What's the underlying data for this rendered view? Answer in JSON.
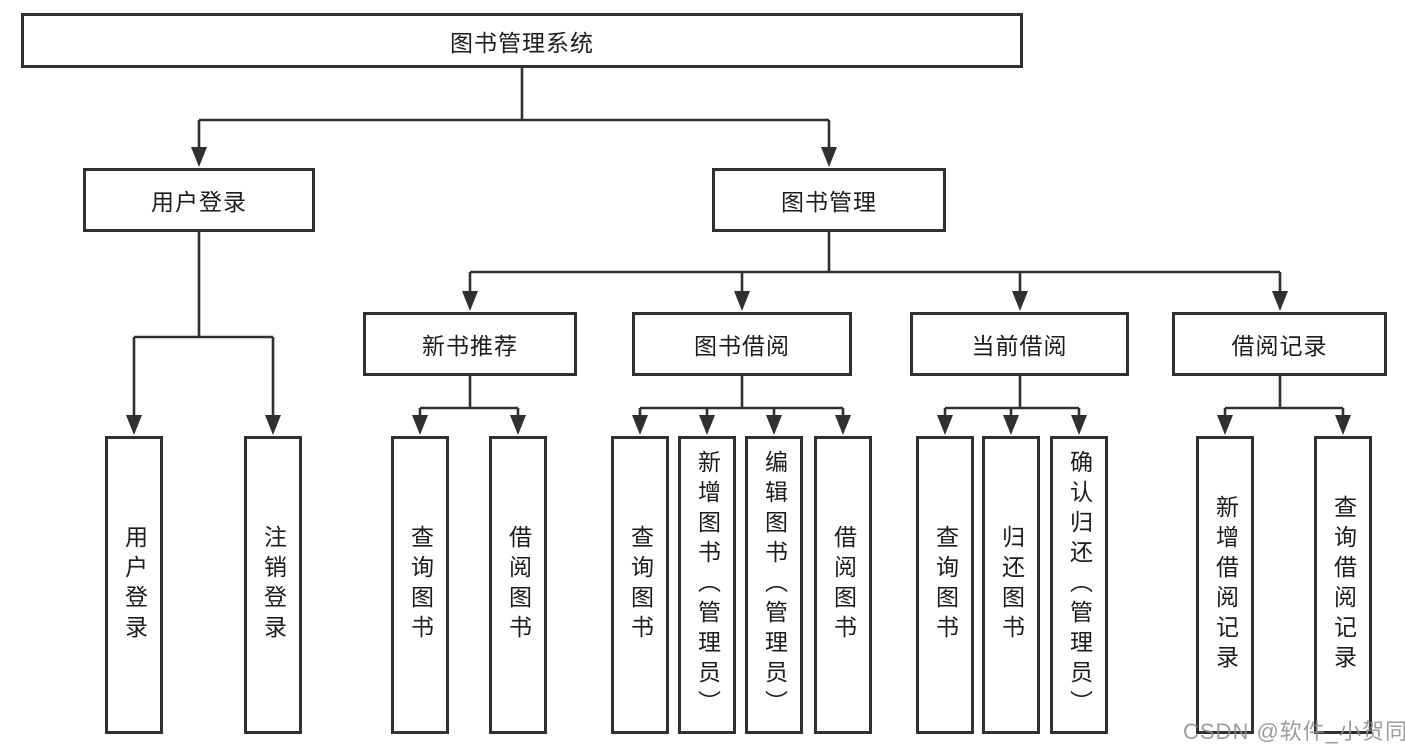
{
  "colors": {
    "border": "#303030",
    "line": "#303030",
    "text": "#1c1c1c",
    "watermark": "#8c8c8c",
    "background": "#ffffff"
  },
  "tree": {
    "root": "图书管理系统",
    "children": [
      {
        "label": "用户登录",
        "children": [
          {
            "label": "用户登录"
          },
          {
            "label": "注销登录"
          }
        ]
      },
      {
        "label": "图书管理",
        "children": [
          {
            "label": "新书推荐",
            "children": [
              {
                "label": "查询图书"
              },
              {
                "label": "借阅图书"
              }
            ]
          },
          {
            "label": "图书借阅",
            "children": [
              {
                "label": "查询图书"
              },
              {
                "label": "新增图书（管理员）"
              },
              {
                "label": "编辑图书（管理员）"
              },
              {
                "label": "借阅图书"
              }
            ]
          },
          {
            "label": "当前借阅",
            "children": [
              {
                "label": "查询图书"
              },
              {
                "label": "归还图书"
              },
              {
                "label": "确认归还（管理员）"
              }
            ]
          },
          {
            "label": "借阅记录",
            "children": [
              {
                "label": "新增借阅记录"
              },
              {
                "label": "查询借阅记录"
              }
            ]
          }
        ]
      }
    ]
  },
  "watermark": {
    "text": "CSDN @软件_小贺同学"
  }
}
